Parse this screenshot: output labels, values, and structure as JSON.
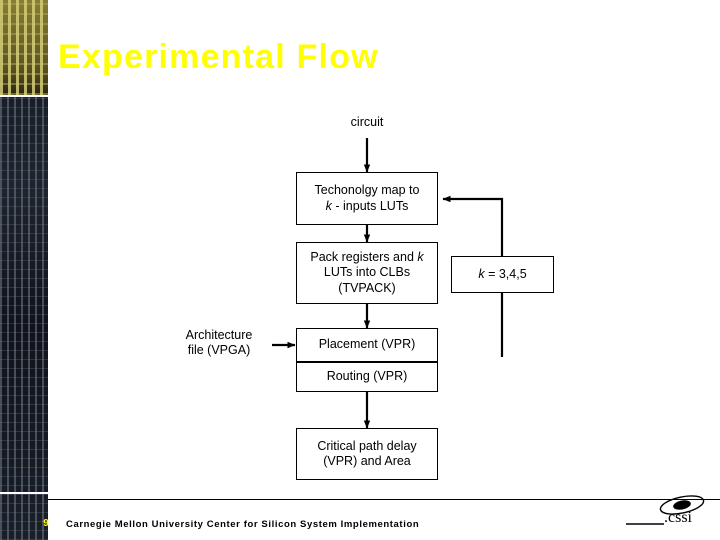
{
  "slide": {
    "title": "Experimental Flow",
    "number": "9",
    "footer": "Carnegie Mellon University Center for Silicon System Implementation",
    "logo_text": "cssi",
    "accent_color": "#ffff00",
    "background": "#ffffff"
  },
  "diagram": {
    "type": "flowchart",
    "nodes": [
      {
        "id": "circuit",
        "label": "circuit",
        "boxed": false
      },
      {
        "id": "techmap",
        "label": "Techonolgy map  to\nk - inputs LUTs",
        "boxed": true
      },
      {
        "id": "tvpack",
        "label": "Pack registers and k\nLUTs into CLBs\n(TVPACK)",
        "boxed": true
      },
      {
        "id": "arch",
        "label": "Architecture\nfile (VPGA)",
        "boxed": false
      },
      {
        "id": "placement",
        "label": "Placement (VPR)",
        "boxed": true
      },
      {
        "id": "routing",
        "label": "Routing (VPR)",
        "boxed": true
      },
      {
        "id": "critical",
        "label": "Critical path delay\n(VPR) and Area",
        "boxed": true
      },
      {
        "id": "kvalues",
        "label": "k = 3,4,5",
        "boxed": true
      }
    ],
    "node_text": {
      "circuit": "circuit",
      "techmap_line1": "Techonolgy map  to",
      "techmap_k": "k",
      "techmap_rest": " - inputs LUTs",
      "tvpack_line1a": "Pack registers and ",
      "tvpack_k": "k",
      "tvpack_line2": "LUTs into CLBs",
      "tvpack_line3": "(TVPACK)",
      "arch_line1": "Architecture",
      "arch_line2": "file (VPGA)",
      "placement": "Placement (VPR)",
      "routing": "Routing (VPR)",
      "critical_line1": "Critical path delay",
      "critical_line2": "(VPR) and Area",
      "kvalues_k": "k",
      "kvalues_rest": " = 3,4,5"
    },
    "edges": [
      {
        "from": "circuit",
        "to": "techmap",
        "arrow": "down"
      },
      {
        "from": "techmap",
        "to": "tvpack",
        "arrow": "down"
      },
      {
        "from": "tvpack",
        "to": "placement",
        "arrow": "down"
      },
      {
        "from": "arch",
        "to": "placement",
        "arrow": "right"
      },
      {
        "from": "routing",
        "to": "critical",
        "arrow": "down"
      },
      {
        "from": "kvalues",
        "to": "techmap",
        "arrow": "left-feedback"
      }
    ]
  }
}
